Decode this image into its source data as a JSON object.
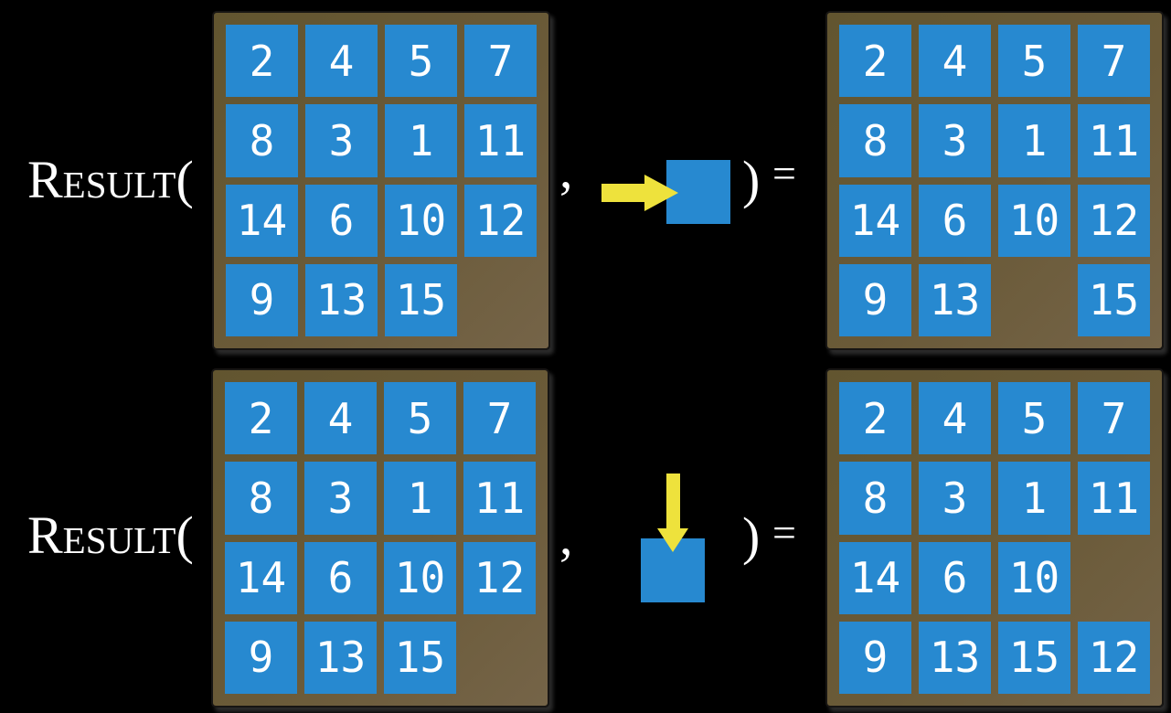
{
  "figure": {
    "function_name": "Result",
    "open_paren": "(",
    "comma": ",",
    "close_paren": ")",
    "equals_sign": "=",
    "examples": [
      {
        "id": "slide-right",
        "move_icon": "arrow-right-icon",
        "before": [
          [
            "2",
            "4",
            "5",
            "7"
          ],
          [
            "8",
            "3",
            "1",
            "11"
          ],
          [
            "14",
            "6",
            "10",
            "12"
          ],
          [
            "9",
            "13",
            "15",
            ""
          ]
        ],
        "after": [
          [
            "2",
            "4",
            "5",
            "7"
          ],
          [
            "8",
            "3",
            "1",
            "11"
          ],
          [
            "14",
            "6",
            "10",
            "12"
          ],
          [
            "9",
            "13",
            "",
            "15"
          ]
        ]
      },
      {
        "id": "slide-down",
        "move_icon": "arrow-down-icon",
        "before": [
          [
            "2",
            "4",
            "5",
            "7"
          ],
          [
            "8",
            "3",
            "1",
            "11"
          ],
          [
            "14",
            "6",
            "10",
            "12"
          ],
          [
            "9",
            "13",
            "15",
            ""
          ]
        ],
        "after": [
          [
            "2",
            "4",
            "5",
            "7"
          ],
          [
            "8",
            "3",
            "1",
            "11"
          ],
          [
            "14",
            "6",
            "10",
            ""
          ],
          [
            "9",
            "13",
            "15",
            "12"
          ]
        ]
      }
    ]
  },
  "colors": {
    "background": "#000000",
    "tile_blue": "#2789d0",
    "frame_brown": "#6a5a38",
    "arrow_yellow": "#eee23c",
    "text_white": "#ffffff"
  }
}
